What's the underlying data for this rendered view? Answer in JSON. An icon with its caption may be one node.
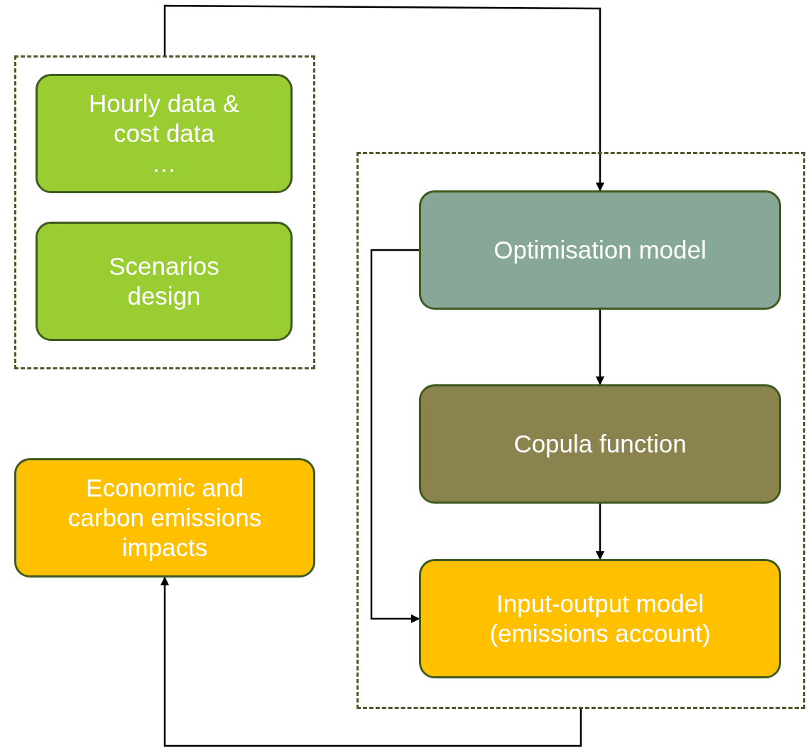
{
  "diagram": {
    "nodes": [
      {
        "text": [],
        "shape": "box"
      },
      {
        "text": [
          "Hourly data & cost data",
          "…"
        ],
        "in": 0
      },
      {
        "text": [
          "Scenarios design"
        ],
        "in": 0
      },
      {
        "text": [],
        "shape": "box"
      },
      {
        "text": [
          "Optimisation model"
        ],
        "in": 3
      },
      {
        "text": [
          "Copula function"
        ],
        "in": 3
      },
      {
        "text": [
          "Input-output model (emissions account)"
        ],
        "in": 3
      },
      {
        "text": [
          "Economic and carbon emissions impacts"
        ]
      }
    ],
    "edges": [
      {
        "from": 0,
        "to": 4,
        "arrow": "to"
      },
      {
        "from": 4,
        "to": 5,
        "arrow": "to"
      },
      {
        "from": 5,
        "to": 6,
        "arrow": "to"
      },
      {
        "from": 4,
        "to": 6,
        "arrow": "to"
      },
      {
        "from": 3,
        "to": 7,
        "arrow": "to"
      }
    ]
  }
}
